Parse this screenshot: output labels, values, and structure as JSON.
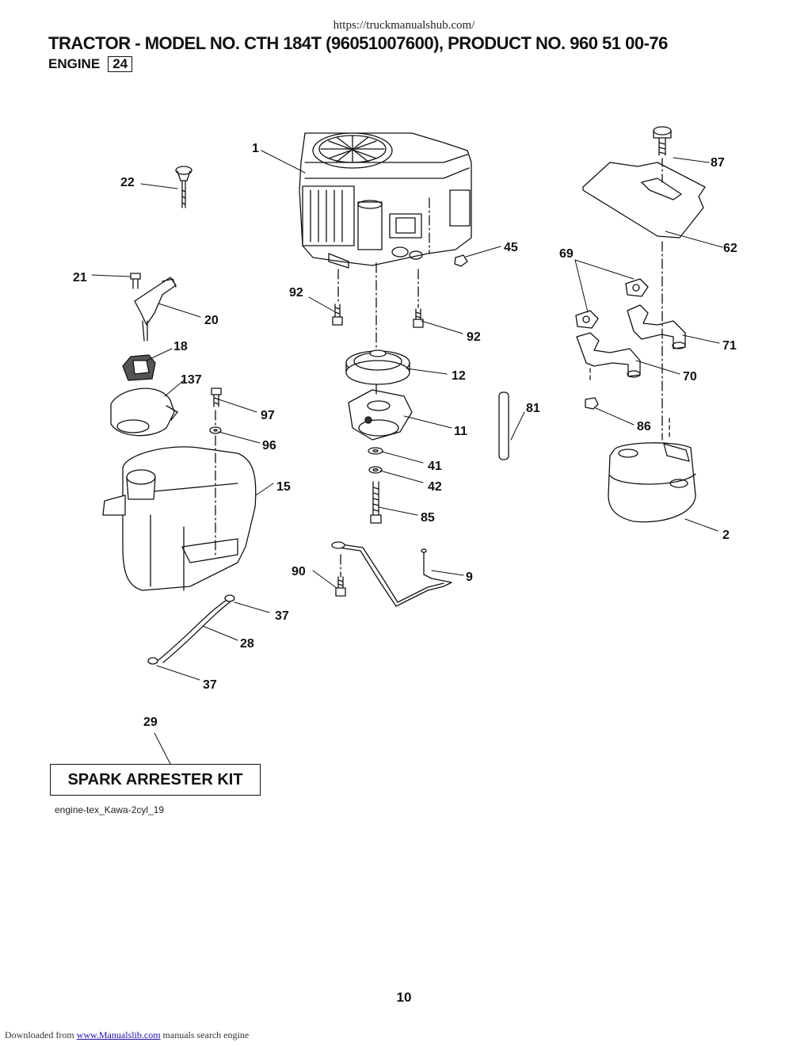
{
  "header": {
    "url": "https://truckmanualshub.com/",
    "title": "TRACTOR - MODEL NO. CTH 184T (96051007600), PRODUCT NO. 960 51 00-76",
    "section_label": "ENGINE",
    "section_number": "24"
  },
  "callouts": [
    {
      "id": "c1",
      "text": "1"
    },
    {
      "id": "c22",
      "text": "22"
    },
    {
      "id": "c87",
      "text": "87"
    },
    {
      "id": "c62",
      "text": "62"
    },
    {
      "id": "c45",
      "text": "45"
    },
    {
      "id": "c69",
      "text": "69"
    },
    {
      "id": "c21",
      "text": "21"
    },
    {
      "id": "c92a",
      "text": "92"
    },
    {
      "id": "c20",
      "text": "20"
    },
    {
      "id": "c92b",
      "text": "92"
    },
    {
      "id": "c71",
      "text": "71"
    },
    {
      "id": "c18",
      "text": "18"
    },
    {
      "id": "c12",
      "text": "12"
    },
    {
      "id": "c70",
      "text": "70"
    },
    {
      "id": "c137",
      "text": "137"
    },
    {
      "id": "c81",
      "text": "81"
    },
    {
      "id": "c97",
      "text": "97"
    },
    {
      "id": "c11",
      "text": "11"
    },
    {
      "id": "c86",
      "text": "86"
    },
    {
      "id": "c96",
      "text": "96"
    },
    {
      "id": "c41",
      "text": "41"
    },
    {
      "id": "c15",
      "text": "15"
    },
    {
      "id": "c42",
      "text": "42"
    },
    {
      "id": "c85",
      "text": "85"
    },
    {
      "id": "c2",
      "text": "2"
    },
    {
      "id": "c90",
      "text": "90"
    },
    {
      "id": "c9",
      "text": "9"
    },
    {
      "id": "c37a",
      "text": "37"
    },
    {
      "id": "c28",
      "text": "28"
    },
    {
      "id": "c37b",
      "text": "37"
    },
    {
      "id": "c29",
      "text": "29"
    }
  ],
  "kit_label": "SPARK ARRESTER KIT",
  "file_ref": "engine-tex_Kawa-2cyl_19",
  "page_number": "10",
  "footer": {
    "prefix": "Downloaded from",
    "link_text": "www.Manualslib.com",
    "suffix": "manuals search engine"
  }
}
